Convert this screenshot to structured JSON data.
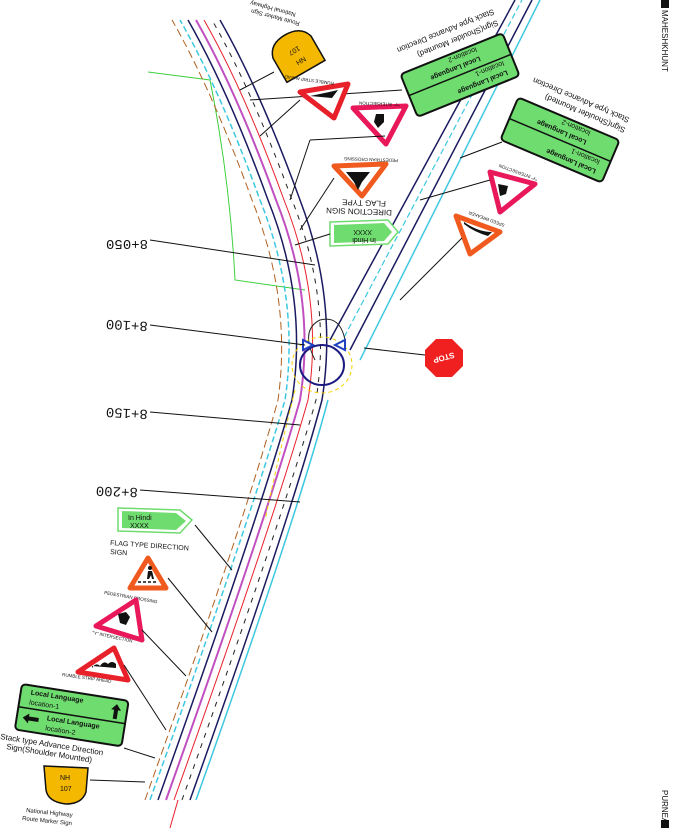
{
  "directions": {
    "top": "MAHESHKHUNT",
    "bottom": "PURNEA"
  },
  "chainages": [
    "8+050",
    "8+100",
    "8+150",
    "8+200"
  ],
  "stop_sign": "STOP",
  "lower_signs": {
    "flag_sign": {
      "line1": "In Hindi",
      "line2": "XXXX",
      "caption1": "FLAG TYPE DIRECTION",
      "caption2": "SIGN"
    },
    "pedestrian": "PEDESTRIAN CROSSING",
    "y_intersection": "\"Y\" INTERSECTION",
    "rumble": "RUMBLE STRIP AHEAD",
    "stack_sign": {
      "l1": "Local Language",
      "l2": "location-1",
      "l3": "Local Language",
      "l4": "location-2",
      "caption1": "Stack type Advance Direction",
      "caption2": "Sign(Shoulder Mounted)"
    },
    "nh_marker": {
      "l1": "NH",
      "l2": "107",
      "caption1": "National Highway",
      "caption2": "Route Marker Sign"
    }
  },
  "upper_left_signs": {
    "nh_marker": {
      "l1": "NH",
      "l2": "107",
      "caption1": "National Highway",
      "caption2": "Route Marker Sign"
    },
    "stack_sign": {
      "l1": "Local Language",
      "l2": "location-1",
      "l3": "Local Language",
      "l4": "location-2",
      "caption1": "Stack type Advance Direction",
      "caption2": "Sign(Shoulder Mounted)"
    },
    "rumble": "RUMBLE STRIP AHEAD",
    "y_intersection": "\"Y\" INTERSECTION",
    "pedestrian": "PEDESTRIAN CROSSING",
    "flag_sign": {
      "line1": "In Hindi",
      "line2": "XXXX",
      "caption1": "FLAG TYPE",
      "caption2": "DIRECTION SIGN"
    }
  },
  "upper_right_signs": {
    "stack_sign": {
      "l1": "Local Language",
      "l2": "location-1",
      "l3": "Local Language",
      "l4": "location-2",
      "caption1": "Stack type Advance Direction",
      "caption2": "Sign(Shoulder Mounted)"
    },
    "y_intersection": "\"Y\" INTERSECTION",
    "speed_breaker": "SPEED BREAKER"
  },
  "colors": {
    "sign_green": "#6fdc6f",
    "nh_yellow": "#f5b800",
    "red": "#e8202a",
    "orange": "#f15a1f",
    "pink": "#e8185a",
    "cyan": "#3cc8e0",
    "magenta": "#c050c0"
  }
}
